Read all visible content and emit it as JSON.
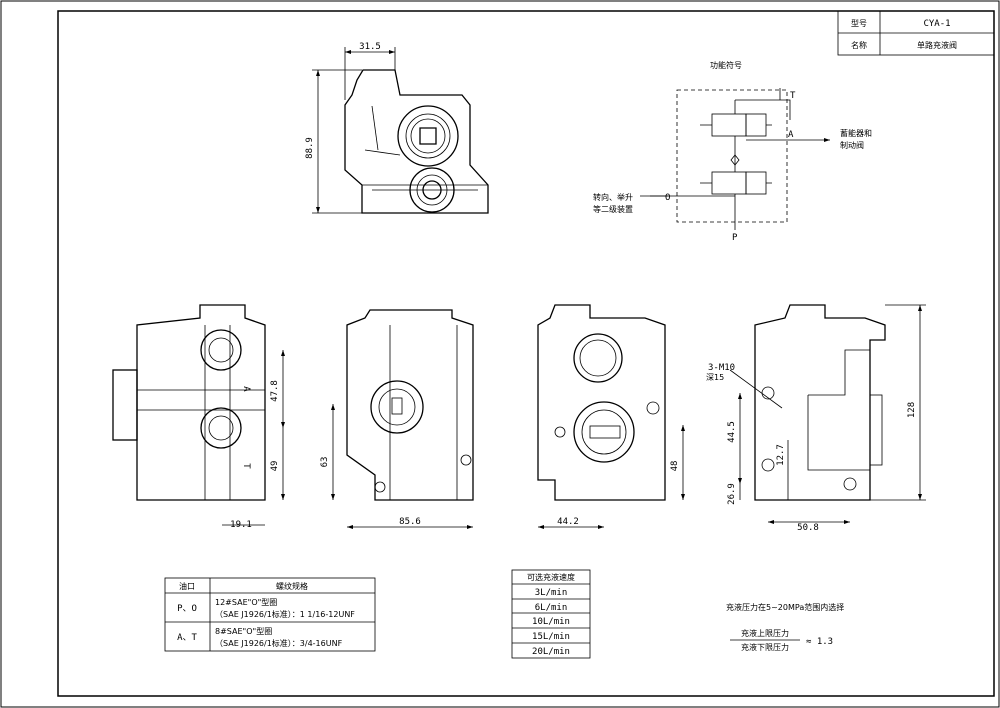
{
  "title_block": {
    "model_label": "型号",
    "model_value": "CYA-1",
    "name_label": "名称",
    "name_value": "单路充液阀"
  },
  "symbol_section": {
    "title": "功能符号",
    "port_T": "T",
    "port_A": "A",
    "port_O": "O",
    "port_P": "P",
    "note_accumulator_line1": "蓄能器和",
    "note_accumulator_line2": "制动阀",
    "note_steering_line1": "转向、举升",
    "note_steering_line2": "等二级装置"
  },
  "dimensions": {
    "top_width": "31.5",
    "top_height": "88.9",
    "v1_upper": "47.8",
    "v1_lower": "49",
    "v1_bottom": "19.1",
    "v2_height": "63",
    "v2_width": "85.6",
    "v3_height": "48",
    "v3_width": "44.2",
    "v4_thread": "3-M10",
    "v4_depth": "深15",
    "v4_h1": "44.5",
    "v4_h2": "12.7",
    "v4_h3": "26.9",
    "v4_width": "50.8",
    "v4_total": "128"
  },
  "view_marks": {
    "a_mark": "A",
    "t_mark": "T"
  },
  "port_table": {
    "header_port": "油口",
    "header_spec": "螺纹规格",
    "rows": [
      {
        "port": "P、O",
        "spec_line1": "12#SAE\"O\"型圈",
        "spec_line2": "（SAE J1926/1标准）：1 1/16-12UNF"
      },
      {
        "port": "A、T",
        "spec_line1": "8#SAE\"O\"型圈",
        "spec_line2": "（SAE J1926/1标准）：3/4-16UNF"
      }
    ]
  },
  "flow_table": {
    "header": "可选充液速度",
    "rows": [
      "3L/min",
      "6L/min",
      "10L/min",
      "15L/min",
      "20L/min"
    ]
  },
  "pressure_notes": {
    "line1": "充液压力在5~20MPa范围内选择",
    "numerator": "充液上限压力",
    "denominator": "充液下限压力",
    "ratio": "≈ 1.3"
  }
}
